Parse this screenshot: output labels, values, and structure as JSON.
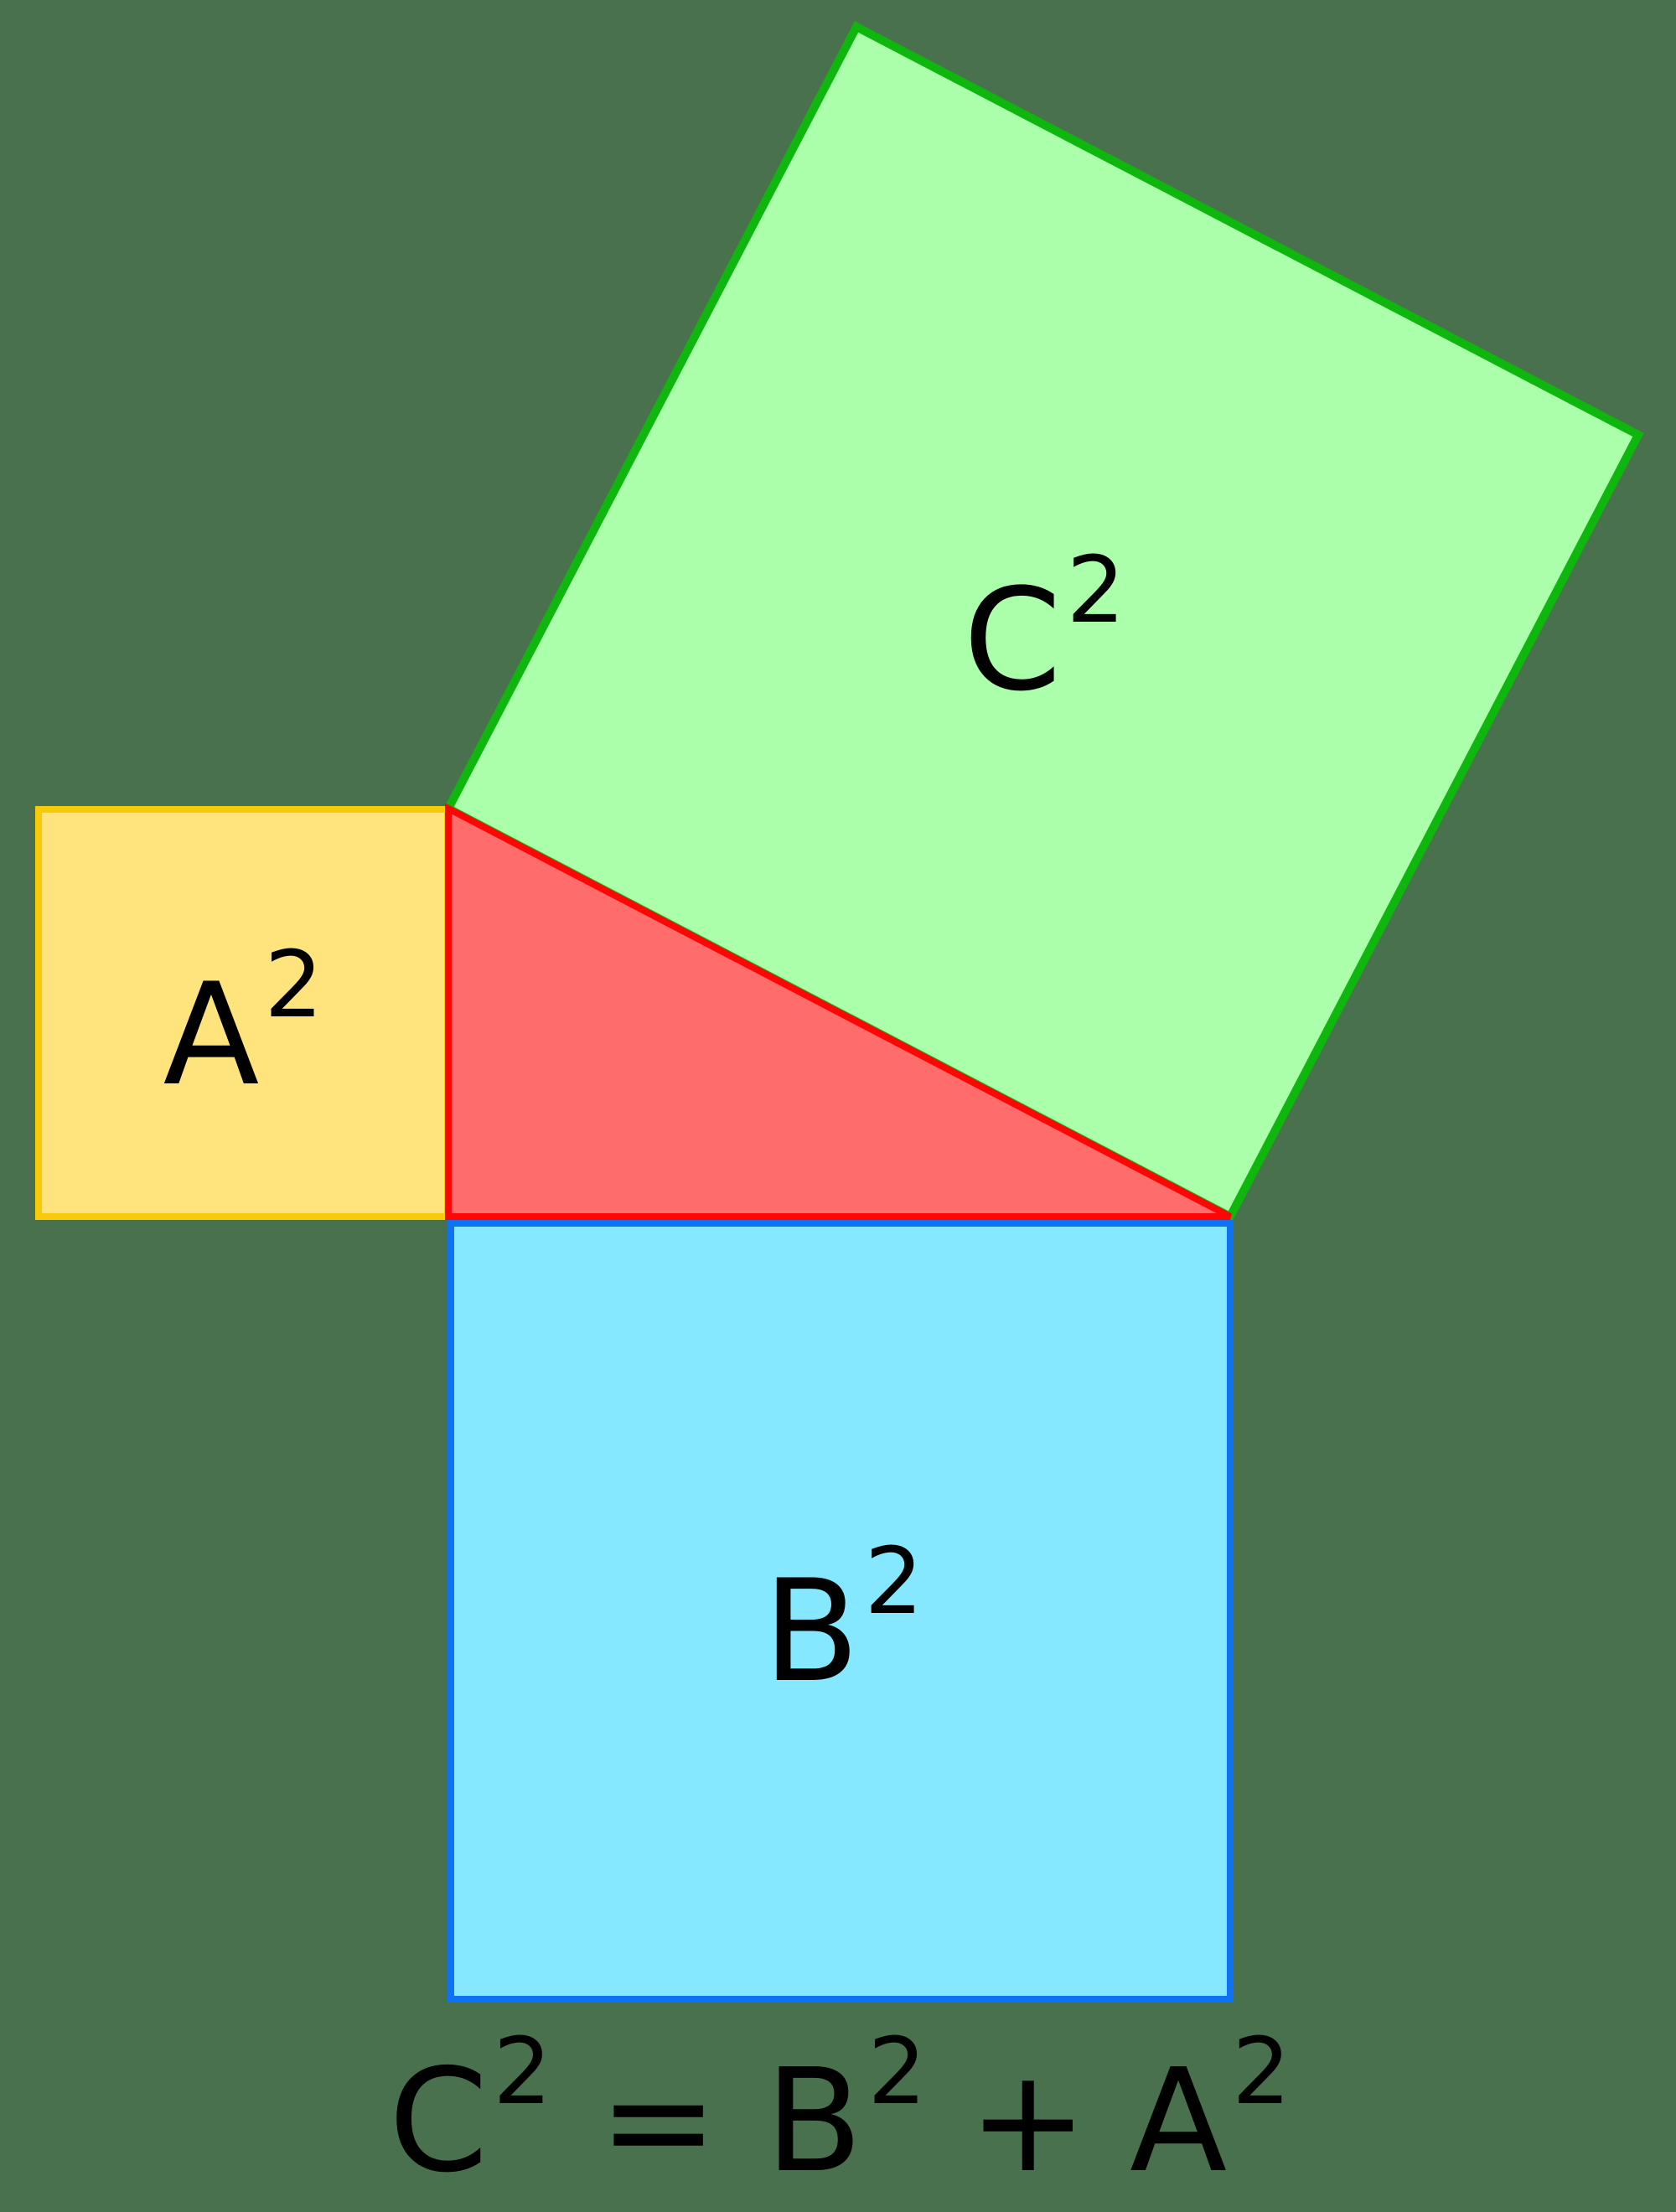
{
  "title": "Pythagorean theorem area diagram",
  "colors": {
    "background": "#4A714D",
    "square_c_fill": "#ABFFAB",
    "square_c_stroke": "#0EB60E",
    "square_a_fill": "#FFE47E",
    "square_a_stroke": "#F7CB09",
    "square_b_fill": "#85E8FF",
    "square_b_stroke": "#0E72F5",
    "triangle_fill": "#FF6C6C",
    "triangle_stroke": "#FF0505",
    "label_color": "#000000"
  },
  "labels": {
    "square_c": {
      "base": "C",
      "exp": "2"
    },
    "square_a": {
      "base": "A",
      "exp": "2"
    },
    "square_b": {
      "base": "B",
      "exp": "2"
    }
  },
  "formula": {
    "lhs": "C",
    "lhs_exp": "2",
    "equals": "=",
    "term1": "B",
    "term1_exp": "2",
    "plus": "+",
    "term2": "A",
    "term2_exp": "2"
  }
}
